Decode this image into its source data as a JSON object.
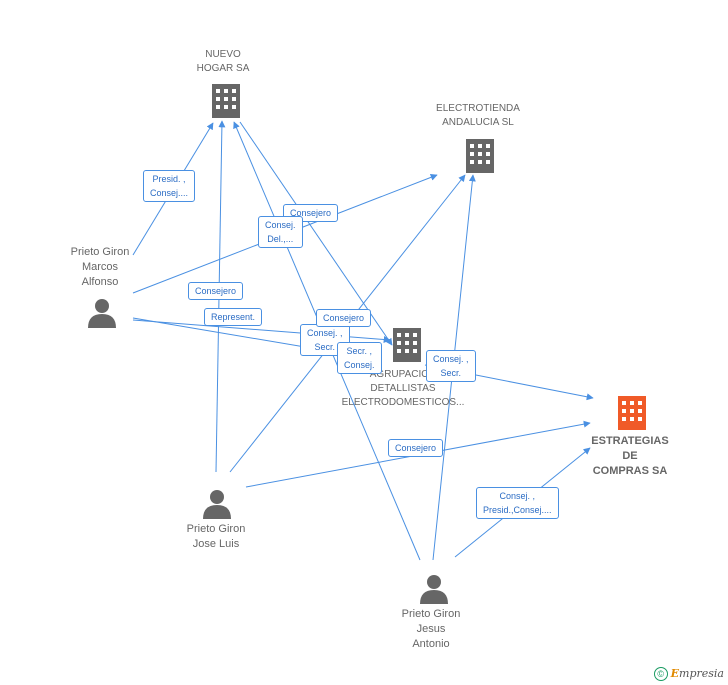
{
  "nodes": {
    "nuevo_hogar": [
      "NUEVO",
      "HOGAR SA"
    ],
    "electrotienda": [
      "ELECTROTIENDA",
      "ANDALUCIA SL"
    ],
    "agrupacion": [
      "AGRUPACION",
      "DETALLISTAS",
      "ELECTRODOMESTICOS..."
    ],
    "estrategias": [
      "ESTRATEGIAS",
      "DE",
      "COMPRAS SA"
    ],
    "marcos": [
      "Prieto Giron",
      "Marcos",
      "Alfonso"
    ],
    "jose": [
      "Prieto Giron",
      "Jose Luis"
    ],
    "jesus": [
      "Prieto Giron",
      "Jesus",
      "Antonio"
    ]
  },
  "edge_labels": {
    "presid_consej": [
      "Presid. ,",
      "Consej...."
    ],
    "consejero_top": [
      "Consejero"
    ],
    "consej_del": [
      "Consej.",
      "Del.,..."
    ],
    "consejero_marcos": [
      "Consejero"
    ],
    "represent": [
      "Represent."
    ],
    "consejero_mid": [
      "Consejero"
    ],
    "consej_secr": [
      "Consej. ,",
      "Secr."
    ],
    "secr_consej": [
      "Secr. ,",
      "Consej."
    ],
    "consej_secr2": [
      "Consej. ,",
      "Secr."
    ],
    "consejero_jose": [
      "Consejero"
    ],
    "consej_presid": [
      "Consej. ,",
      "Presid.,Consej...."
    ]
  },
  "colors": {
    "edge": "#4a90e2",
    "person_icon": "#666666",
    "company_icon": "#666666",
    "target_icon": "#f05a28"
  },
  "copyright": {
    "symbol": "©",
    "brand_initial": "E",
    "brand_rest": "mpresia"
  }
}
